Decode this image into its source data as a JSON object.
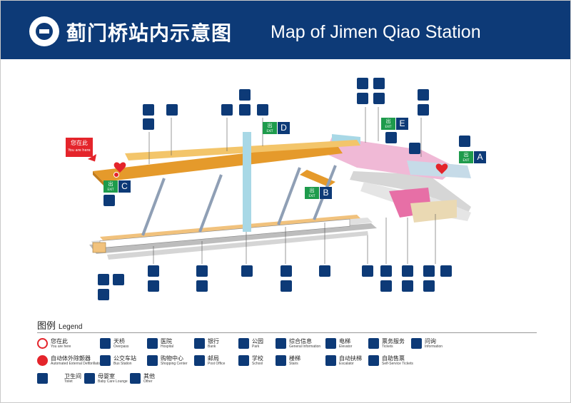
{
  "header": {
    "title_cn": "蓟门桥站内示意图",
    "title_en": "Map of Jimen Qiao Station",
    "logo": "beijing-subway-logo"
  },
  "map": {
    "you_are_here_cn": "您在此",
    "you_are_here_en": "You are here",
    "exits": [
      "A",
      "B",
      "C",
      "D",
      "E"
    ],
    "exit_label": "出",
    "exit_label_en": "EXIT",
    "colors": {
      "concourse": "#e59a2b",
      "transfer": "#f0b9d6",
      "shaft": "#a8d8e6",
      "platform": "#d9d9d9",
      "train": "#f1c27d",
      "exit": "#1e9b4c",
      "sign": "#0d3a77",
      "marker": "#e4242b"
    }
  },
  "legend": {
    "title_cn": "图例",
    "title_en": "Legend",
    "items": [
      {
        "cn": "您在此",
        "en": "You are here",
        "icon": "you-are-here-icon"
      },
      {
        "cn": "自动体外除颤器",
        "en": "Automated External Defibrillator",
        "icon": "aed-icon"
      },
      {
        "cn": "卫生间",
        "en": "Toilet",
        "icon": "toilet-icon"
      },
      {
        "cn": "天桥",
        "en": "Overpass",
        "icon": "overpass-icon"
      },
      {
        "cn": "公交车站",
        "en": "Bus Station",
        "icon": "bus-icon"
      },
      {
        "cn": "母婴室",
        "en": "Baby Care Lounge",
        "icon": "baby-care-icon"
      },
      {
        "cn": "医院",
        "en": "Hospital",
        "icon": "hospital-icon"
      },
      {
        "cn": "购物中心",
        "en": "Shopping Center",
        "icon": "shopping-icon"
      },
      {
        "cn": "其他",
        "en": "Other",
        "icon": "other-icon"
      },
      {
        "cn": "银行",
        "en": "Bank",
        "icon": "bank-icon"
      },
      {
        "cn": "邮局",
        "en": "Post Office",
        "icon": "post-office-icon"
      },
      {
        "cn": "公园",
        "en": "Park",
        "icon": "park-icon"
      },
      {
        "cn": "学校",
        "en": "School",
        "icon": "school-icon"
      },
      {
        "cn": "综合信息",
        "en": "General Information",
        "icon": "general-info-icon"
      },
      {
        "cn": "楼梯",
        "en": "Stairs",
        "icon": "stairs-icon"
      },
      {
        "cn": "电梯",
        "en": "Elevator",
        "icon": "elevator-icon"
      },
      {
        "cn": "自动扶梯",
        "en": "Escalator",
        "icon": "escalator-icon"
      },
      {
        "cn": "票务服务",
        "en": "Tickets",
        "icon": "tickets-icon"
      },
      {
        "cn": "自助售票",
        "en": "Self-Service Tickets",
        "icon": "self-service-tickets-icon"
      },
      {
        "cn": "问询",
        "en": "Information",
        "icon": "information-icon"
      }
    ]
  }
}
